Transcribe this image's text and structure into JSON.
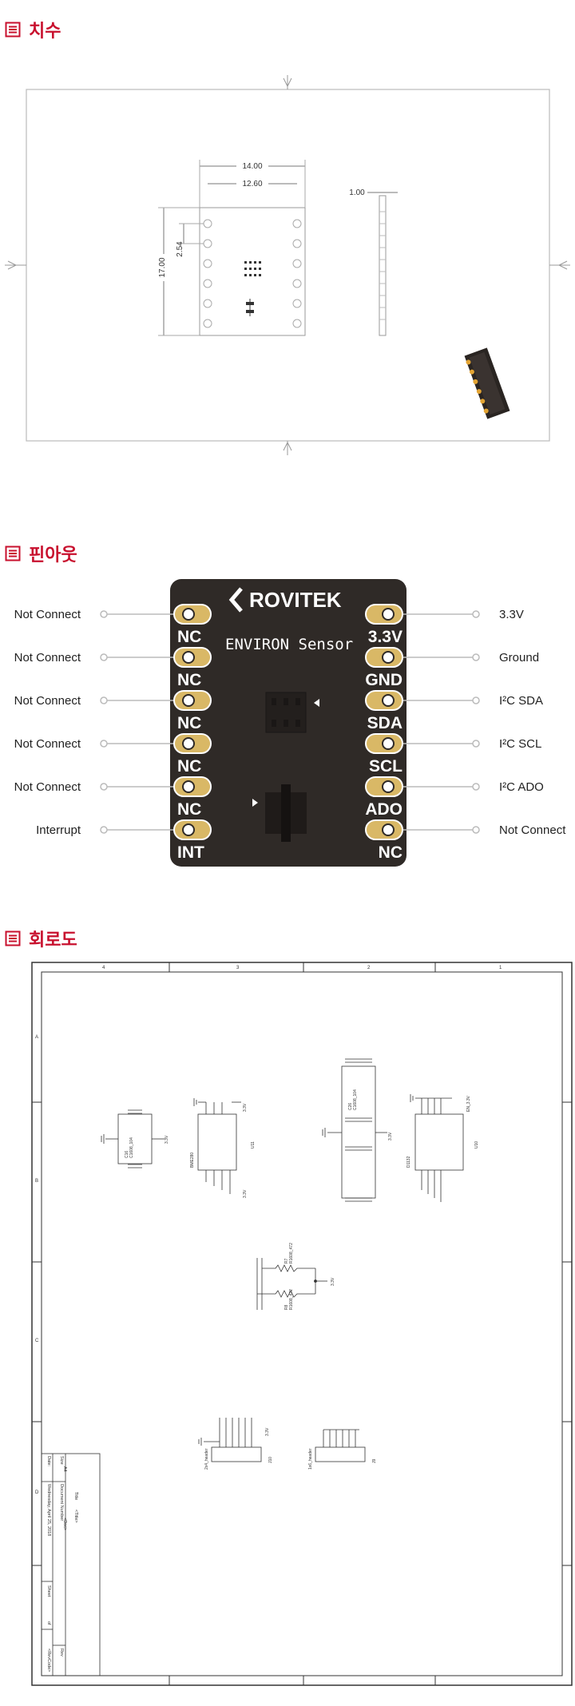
{
  "sections": {
    "dimensions": {
      "title": "치수"
    },
    "pinout": {
      "title": "핀아웃"
    },
    "schematic": {
      "title": "회로도"
    }
  },
  "dimensions": {
    "width_outer": "14.00",
    "width_inner": "12.60",
    "height": "17.00",
    "pitch": "2.54",
    "thickness": "1.00"
  },
  "board": {
    "brand": "ROVITEK",
    "name": "ENVIRON Sensor",
    "left_pins": [
      "NC",
      "NC",
      "NC",
      "NC",
      "NC",
      "INT"
    ],
    "right_pins": [
      "3.3V",
      "GND",
      "SDA",
      "SCL",
      "ADO",
      "NC"
    ]
  },
  "pin_descriptions": {
    "left": [
      "Not Connect",
      "Not Connect",
      "Not Connect",
      "Not Connect",
      "Not Connect",
      "Interrupt"
    ],
    "right": [
      "3.3V",
      "Ground",
      "I²C SDA",
      "I²C SCL",
      "I²C ADO",
      "Not Connect"
    ]
  },
  "schematic": {
    "u11_ref": "U11",
    "u11_part": "BME280",
    "u10_ref": "U10",
    "u10_part": "D1132",
    "power_label": "3.3V",
    "power_label_b": "EN_3.3V",
    "cap_a": "C16",
    "cap_a_val": "C1608_104",
    "cap_b": "C26",
    "cap_b_val": "C1608_104",
    "r_a": "R7",
    "r_a_val": "R1608_472",
    "r_b": "R8",
    "r_b_val": "R1608_472",
    "header_a": "2x4_header",
    "header_a_ref": "J10",
    "header_b": "1x6_header",
    "header_b_ref": "J9",
    "title_block": {
      "title_label": "Title",
      "title_value": "<Title>",
      "size_label": "Size",
      "size_value": "A4",
      "docnum_label": "Document Number",
      "docnum_value": "<Doc>",
      "date_label": "Date:",
      "date_value": "Wednesday, April 25, 2018",
      "sheet_label": "Sheet",
      "sheet_of": "of",
      "rev_label": "Rev",
      "rev_value": "<RevCode>"
    },
    "frame_numbers": [
      "4",
      "3",
      "2",
      "1"
    ],
    "frame_letters": [
      "A",
      "B",
      "C",
      "D"
    ]
  },
  "colors": {
    "accent": "#c8102e",
    "board": "#2f2a27",
    "pad": "#d9b866",
    "pad_outline": "#ffffff"
  }
}
